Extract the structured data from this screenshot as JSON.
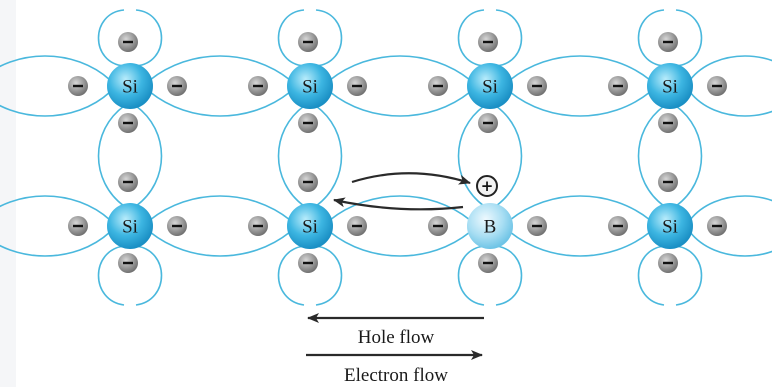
{
  "diagram": {
    "atoms": [
      {
        "label": "Si",
        "kind": "silicon"
      },
      {
        "label": "Si",
        "kind": "silicon"
      },
      {
        "label": "Si",
        "kind": "silicon"
      },
      {
        "label": "Si",
        "kind": "silicon"
      },
      {
        "label": "Si",
        "kind": "silicon"
      },
      {
        "label": "Si",
        "kind": "silicon"
      },
      {
        "label": "B",
        "kind": "boron"
      },
      {
        "label": "Si",
        "kind": "silicon"
      }
    ],
    "hole_symbol": "+",
    "electron_symbol": "−",
    "legend": {
      "hole_flow": "Hole flow",
      "electron_flow": "Electron flow"
    },
    "colors": {
      "silicon": "#34b2e0",
      "boron": "#a6dcf2",
      "bond": "#4ab8dd",
      "electron": "#8f8f8f"
    }
  }
}
